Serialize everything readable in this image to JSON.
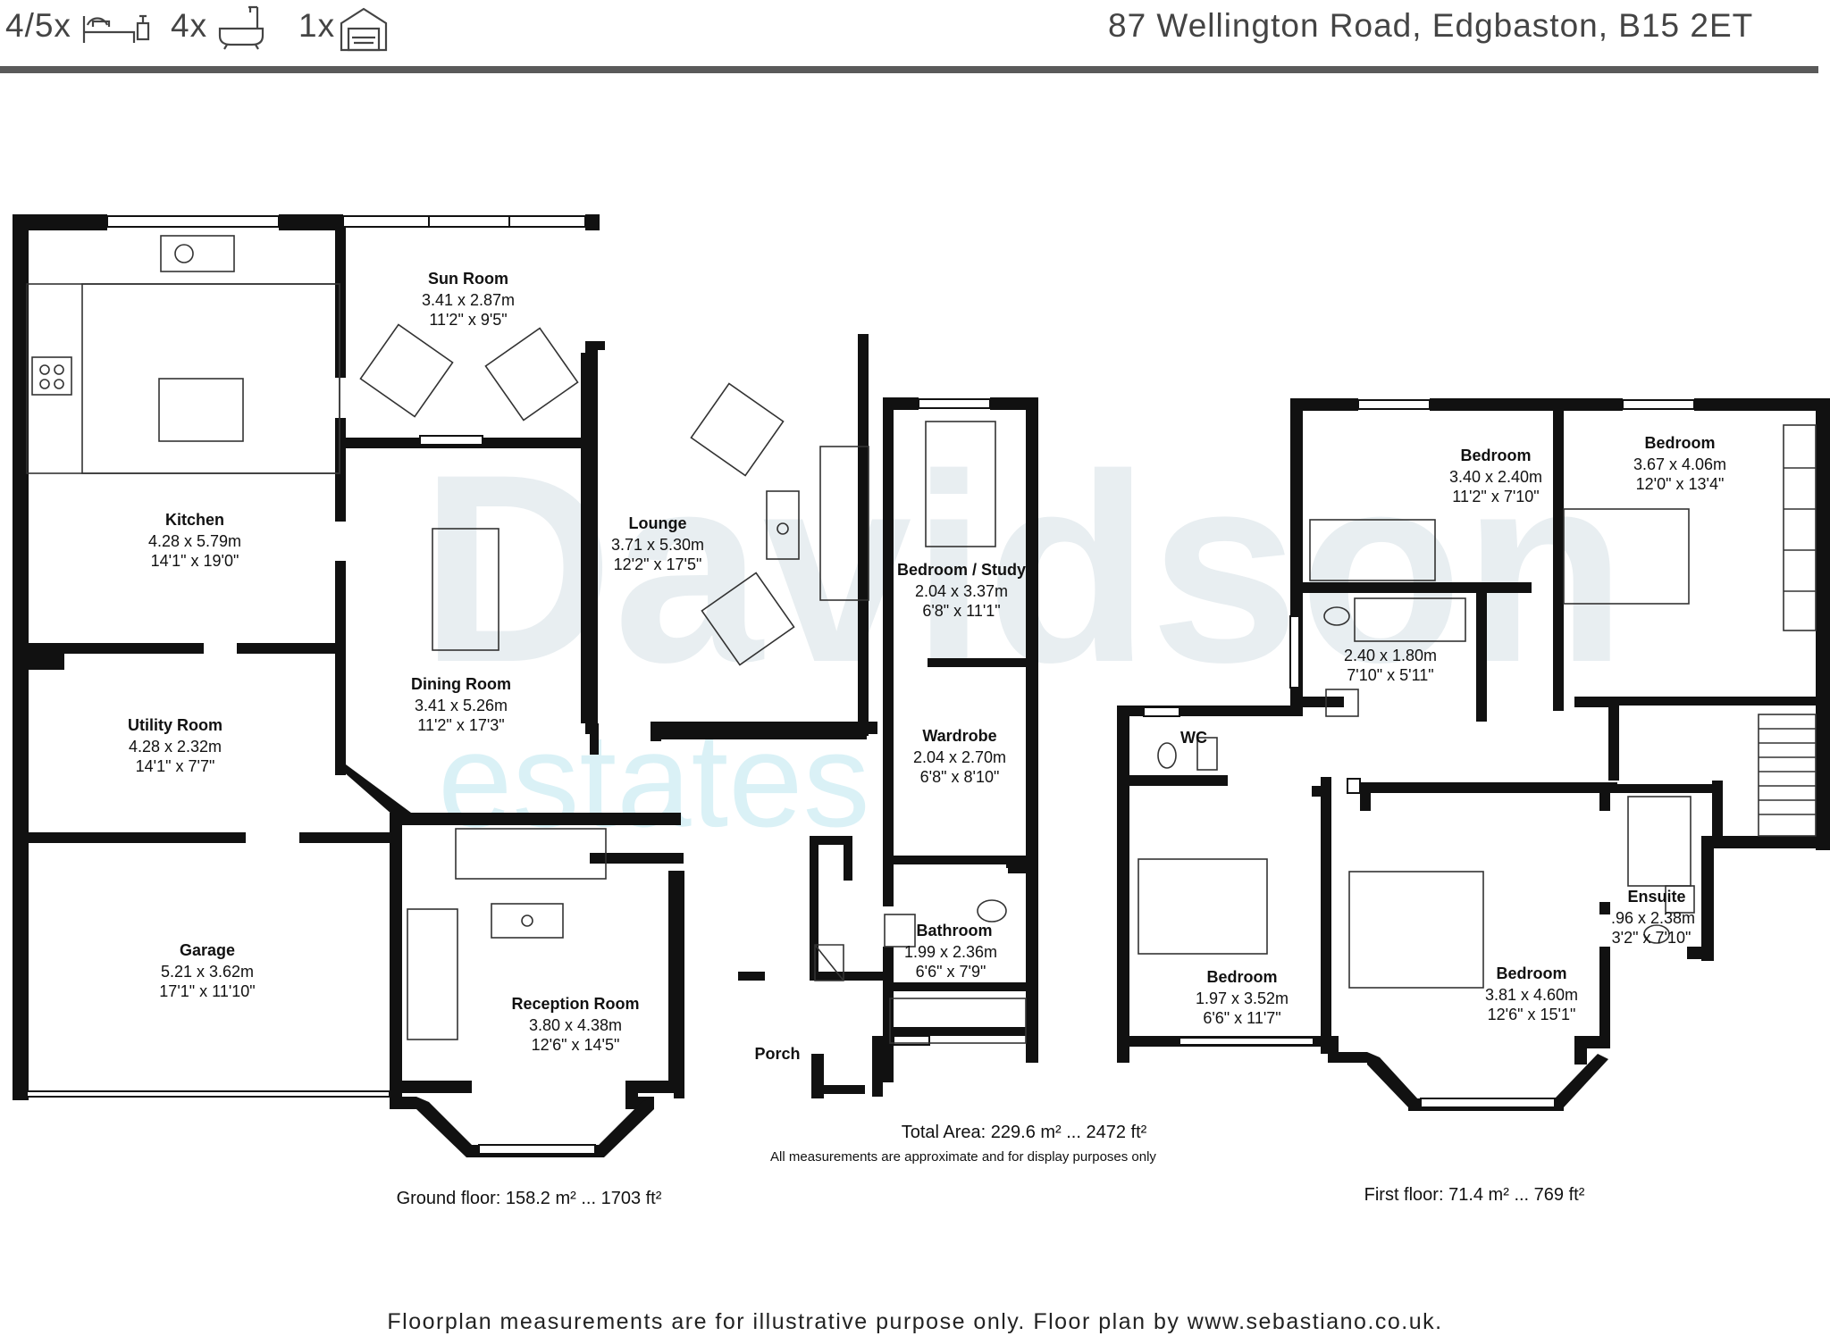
{
  "header": {
    "bedrooms_count": "4/5x",
    "bathrooms_count": "4x",
    "garage_count": "1x",
    "address": "87 Wellington Road, Edgbaston, B15 2ET",
    "icons": [
      "bed-icon",
      "bathtub-icon",
      "garage-icon"
    ]
  },
  "watermark": {
    "brand": "Davidson",
    "sub": "estates"
  },
  "ground_floor": {
    "caption": "Ground floor: 158.2 m² ... 1703 ft²",
    "rooms": {
      "sun_room": {
        "name": "Sun Room",
        "metric": "3.41 x 2.87m",
        "imperial": "11'2\" x 9'5\""
      },
      "kitchen": {
        "name": "Kitchen",
        "metric": "4.28 x 5.79m",
        "imperial": "14'1\" x 19'0\""
      },
      "lounge": {
        "name": "Lounge",
        "metric": "3.71 x 5.30m",
        "imperial": "12'2\" x 17'5\""
      },
      "bedroom_study": {
        "name": "Bedroom / Study",
        "metric": "2.04 x 3.37m",
        "imperial": "6'8\" x 11'1\""
      },
      "dining_room": {
        "name": "Dining Room",
        "metric": "3.41 x 5.26m",
        "imperial": "11'2\" x 17'3\""
      },
      "utility_room": {
        "name": "Utility Room",
        "metric": "4.28 x 2.32m",
        "imperial": "14'1\" x 7'7\""
      },
      "wardrobe": {
        "name": "Wardrobe",
        "metric": "2.04 x 2.70m",
        "imperial": "6'8\" x 8'10\""
      },
      "garage": {
        "name": "Garage",
        "metric": "5.21 x 3.62m",
        "imperial": "17'1\" x 11'10\""
      },
      "bathroom": {
        "name": "Bathroom",
        "metric": "1.99 x 2.36m",
        "imperial": "6'6\" x 7'9\""
      },
      "reception_room": {
        "name": "Reception Room",
        "metric": "3.80 x 4.38m",
        "imperial": "12'6\" x 14'5\""
      },
      "porch": {
        "name": "Porch"
      }
    }
  },
  "first_floor": {
    "caption": "First floor: 71.4 m² ... 769 ft²",
    "rooms": {
      "bedroom_a": {
        "name": "Bedroom",
        "metric": "3.40 x 2.40m",
        "imperial": "11'2\" x 7'10\""
      },
      "bedroom_b": {
        "name": "Bedroom",
        "metric": "3.67 x 4.06m",
        "imperial": "12'0\" x 13'4\""
      },
      "bathroom_f": {
        "metric": "2.40 x 1.80m",
        "imperial": "7'10\" x 5'11\""
      },
      "wc": {
        "name": "WC"
      },
      "ensuite": {
        "name": "Ensuite",
        "metric": ".96 x 2.38m",
        "imperial": "3'2\" x 7'10\""
      },
      "bedroom_c": {
        "name": "Bedroom",
        "metric": "1.97 x 3.52m",
        "imperial": "6'6\" x 11'7\""
      },
      "bedroom_d": {
        "name": "Bedroom",
        "metric": "3.81 x 4.60m",
        "imperial": "12'6\" x 15'1\""
      }
    }
  },
  "totals": {
    "total_area": "Total Area: 229.6 m² ... 2472 ft²",
    "disclaimer": "All measurements are approximate and for display purposes only"
  },
  "footer": {
    "note": "Floorplan measurements are for illustrative purpose only. Floor plan by www.sebastiano.co.uk."
  },
  "colors": {
    "wall": "#111111",
    "rule": "#5a5a5a",
    "watermark": "#e6eef2",
    "watermark_sub": "#d6f0f6"
  }
}
